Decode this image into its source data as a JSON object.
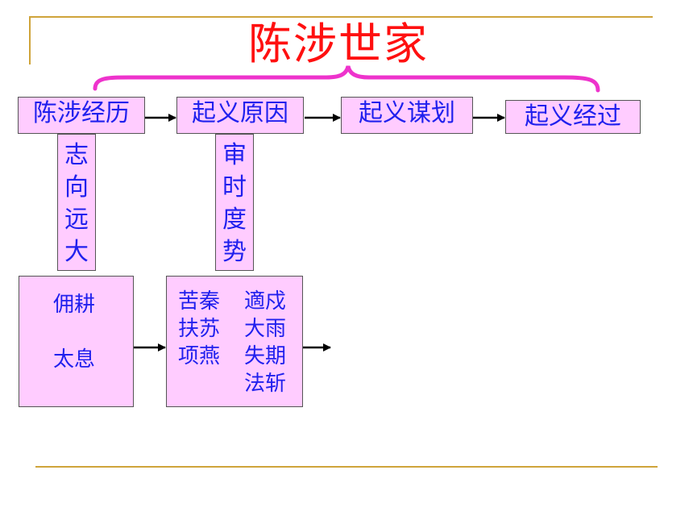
{
  "title": "陈涉世家",
  "top_row": [
    {
      "id": "chen-she-experience",
      "label": "陈涉经历"
    },
    {
      "id": "uprising-cause",
      "label": "起义原因"
    },
    {
      "id": "uprising-plan",
      "label": "起义谋划"
    },
    {
      "id": "uprising-process",
      "label": "起义经过"
    }
  ],
  "vertical_boxes": [
    {
      "id": "ambition",
      "chars": [
        "志",
        "向",
        "远",
        "大"
      ]
    },
    {
      "id": "judge-situation",
      "chars": [
        "审",
        "时",
        "度",
        "势"
      ]
    }
  ],
  "lower_boxes": {
    "experience": {
      "line1": "佣耕",
      "line2": "太息"
    },
    "cause": {
      "left": [
        "苦秦",
        "扶苏",
        "项燕"
      ],
      "right": [
        "適戍",
        "大雨",
        "失期",
        "法斩"
      ]
    }
  },
  "colors": {
    "title": "#ff1010",
    "box_fill": "#ffccff",
    "text": "#2020ee",
    "brace": "#ee33cc",
    "frame_line": "#cfa43a",
    "arrow": "#000000"
  }
}
